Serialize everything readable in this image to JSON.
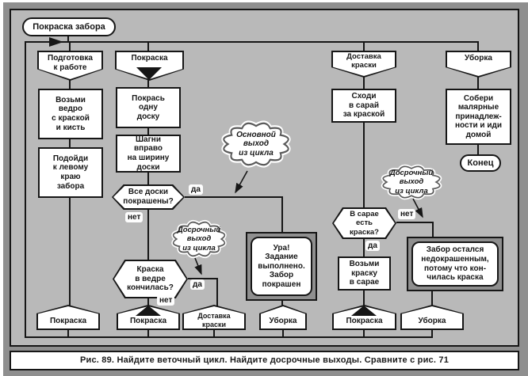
{
  "figure": {
    "caption": "Рис. 89. Найдите веточный цикл. Найдите досрочные выходы. Сравните с рис. 71",
    "colors": {
      "panel": "#b9b9b9",
      "frame": "#8f8f8f",
      "node_fill": "#ffffff",
      "line": "#161616"
    }
  },
  "labels": {
    "yes": "да",
    "no": "нет"
  },
  "clouds": {
    "main_exit": "Основной\nвыход\nиз цикла",
    "early_exit": "Досрочный\nвыход\nиз цикла"
  },
  "flow": {
    "start": "Покраска забора",
    "prep": {
      "title": "Подготовка\nк работе",
      "step1": "Возьми\nведро\nс краской\nи кисть",
      "step2": "Подойди\nк левому\nкраю\nзабора",
      "next": "Покраска"
    },
    "paint": {
      "title": "Покраска",
      "step1": "Покрась\nодну\nдоску",
      "step2": "Шагни\nвправо\nна ширину\nдоски",
      "q_all_done": "Все доски\nпокрашены?",
      "q_paint_out": "Краска\nв ведре\nкончилась?",
      "done": "Ура!\nЗадание\nвыполнено.\nЗабор\nпокрашен",
      "next_loop": "Покраска",
      "next_delivery": "Доставка\nкраски",
      "next_cleanup": "Уборка"
    },
    "delivery": {
      "title": "Доставка\nкраски",
      "step1": "Сходи\nв сарай\nза краской",
      "q_paint_in_shed": "В сарае\nесть\nкраска?",
      "step2": "Возьми\nкраску\nв сарае",
      "fail": "Забор остался\nнедокрашенным,\nпотому что кон-\nчилась краска",
      "next_loop": "Покраска",
      "next_cleanup": "Уборка"
    },
    "cleanup": {
      "title": "Уборка",
      "step1": "Собери\nмалярные\nпринадлеж-\nности и иди\nдомой",
      "end": "Конец"
    }
  }
}
